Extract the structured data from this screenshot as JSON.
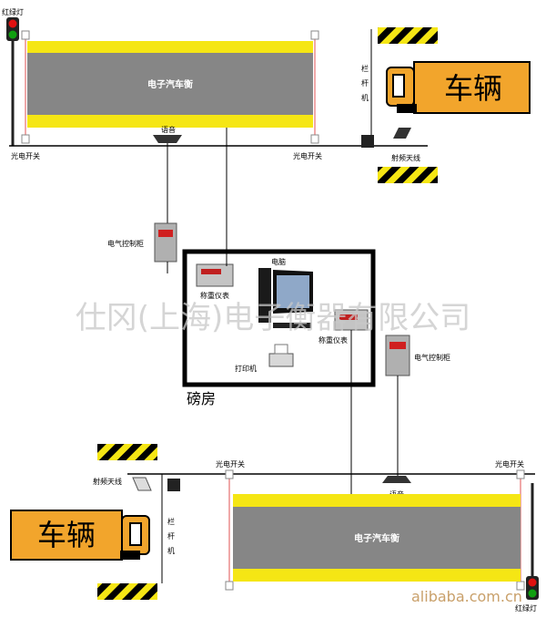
{
  "labels": {
    "traffic_light_top": "红绿灯",
    "traffic_light_bottom": "红绿灯",
    "scale_top": "电子汽车衡",
    "scale_bottom": "电子汽车衡",
    "photo_switch_tl": "光电开关",
    "photo_switch_tr": "光电开关",
    "photo_switch_bl": "光电开关",
    "photo_switch_br": "光电开关",
    "speaker_top": "语音",
    "speaker_bottom": "语音",
    "barrier_top": [
      "栏",
      "杆",
      "机"
    ],
    "barrier_bottom": [
      "栏",
      "杆",
      "机"
    ],
    "rf_antenna_top": "射频天线",
    "rf_antenna_bottom": "射频天线",
    "truck_top": "车辆",
    "truck_bottom": "车辆",
    "cabinet_left": "电气控制柜",
    "cabinet_right": "电气控制柜",
    "computer": "电脑",
    "indicator_left": "称重仪表",
    "indicator_right": "称重仪表",
    "printer": "打印机",
    "weigh_room": "磅房",
    "watermark": "仕冈(上海)电子衡器有限公司",
    "site_mark": "alibaba.com.cn"
  },
  "colors": {
    "yellow_stripe": "#f5e614",
    "scale_gray": "#868686",
    "truck_orange": "#f2a52c",
    "hazard_black": "#000000",
    "red_light": "#e01010",
    "green_light": "#10a010"
  }
}
